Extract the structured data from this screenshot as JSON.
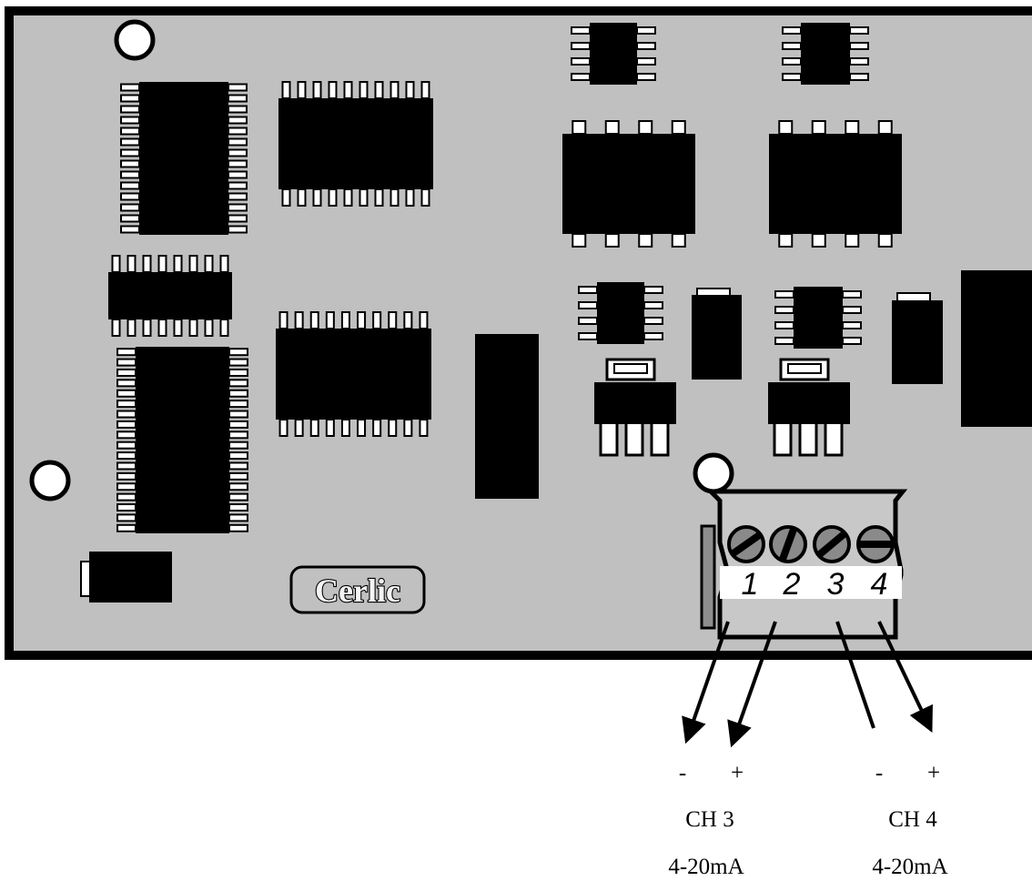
{
  "board": {
    "logo_text": "Cerlic",
    "colors": {
      "board_fill": "#c0c0c0",
      "outline": "#000000",
      "terminal_fill": "#c8c8c8",
      "label_strip": "#ffffff"
    }
  },
  "terminal_block": {
    "numbers": [
      "1",
      "2",
      "3",
      "4"
    ]
  },
  "labels": {
    "ch3_minus": "-",
    "ch3_plus": "+",
    "ch4_minus": "-",
    "ch4_plus": "+",
    "ch3_name": "CH 3",
    "ch4_name": "CH 4",
    "ch3_range": "4-20mA",
    "ch4_range": "4-20mA"
  }
}
